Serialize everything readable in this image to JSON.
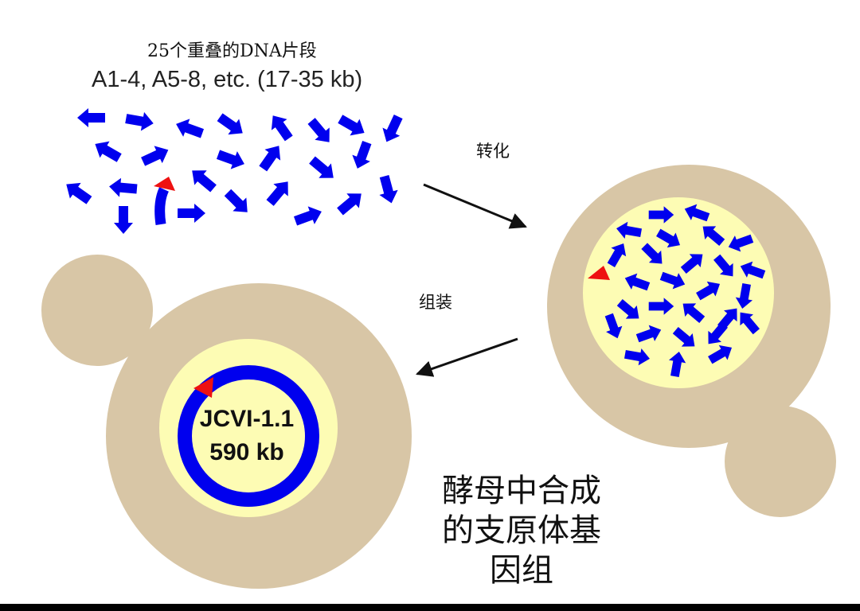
{
  "header": {
    "title": "25个重叠的DNA片段",
    "subtitle": "A1-4, A5-8, etc. (17-35 kb)"
  },
  "steps": {
    "transform": "转化",
    "assemble": "组装"
  },
  "genome": {
    "name": "JCVI-1.1",
    "size": "590 kb"
  },
  "result": {
    "lines": [
      "酵母中合成",
      "的支原体基",
      "因组"
    ]
  },
  "colors": {
    "cell": "#d8c6a6",
    "nucleus": "#fdfcb4",
    "fragment": "#0000ee",
    "marker": "#ee1111"
  }
}
